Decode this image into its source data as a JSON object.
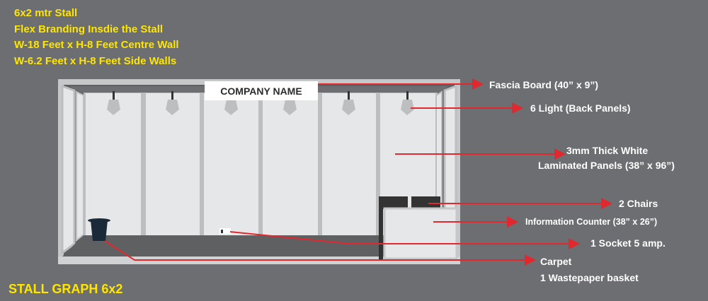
{
  "specs": [
    "6x2 mtr Stall",
    "Flex Branding Insdie the Stall",
    "W-18 Feet x H-8 Feet Centre Wall",
    "W-6.2 Feet x H-8 Feet Side Walls"
  ],
  "title": "STALL GRAPH 6x2",
  "fascia_text": "COMPANY NAME",
  "labels": {
    "fascia": "Fascia Board (40” x 9”)",
    "light": "6 Light (Back Panels)",
    "panels_1": "3mm Thick White",
    "panels_2": "Laminated Panels (38” x 96”)",
    "chairs": "2 Chairs",
    "counter": "Information Counter (38” x 26”)",
    "socket": "1 Socket 5 amp.",
    "carpet": "Carpet",
    "basket": "1 Wastepaper basket"
  },
  "colors": {
    "background": "#6d6e71",
    "accent": "#ffe600",
    "leader": "#e0282e"
  }
}
